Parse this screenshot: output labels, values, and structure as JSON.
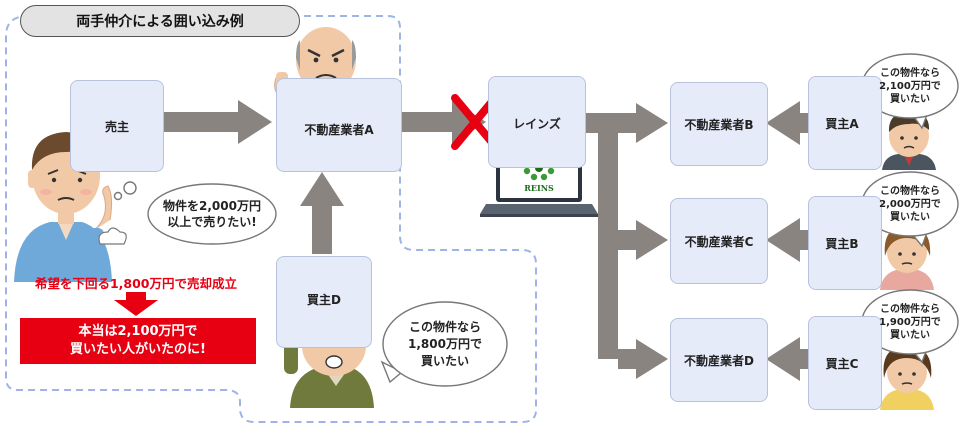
{
  "title": "両手仲介による囲い込み例",
  "nodes": {
    "seller": "売主",
    "agent_a": "不動産業者A",
    "reins": "レインズ",
    "agent_b": "不動産業者B",
    "agent_c": "不動産業者C",
    "agent_d": "不動産業者D",
    "buyer_a": "買主A",
    "buyer_b": "買主B",
    "buyer_c": "買主C",
    "buyer_d": "買主D"
  },
  "laptop_logo": "REINS",
  "bubbles": {
    "seller": "物件を2,000万円\n以上で売りたい!",
    "buyer_d": "この物件なら\n1,800万円で\n買いたい",
    "buyer_a": "この物件なら\n2,100万円で\n買いたい",
    "buyer_b": "この物件なら\n2,000万円で\n買いたい",
    "buyer_c": "この物件なら\n1,900万円で\n買いたい"
  },
  "result_text": "希望を下回る1,800万円で売却成立",
  "truth_text": "本当は2,100万円で\n買いたい人がいたのに!",
  "colors": {
    "box_fill": "#e6ebfa",
    "arrow": "#8a8480",
    "dashed_border": "#9fb4e6",
    "accent_red": "#e60012"
  }
}
